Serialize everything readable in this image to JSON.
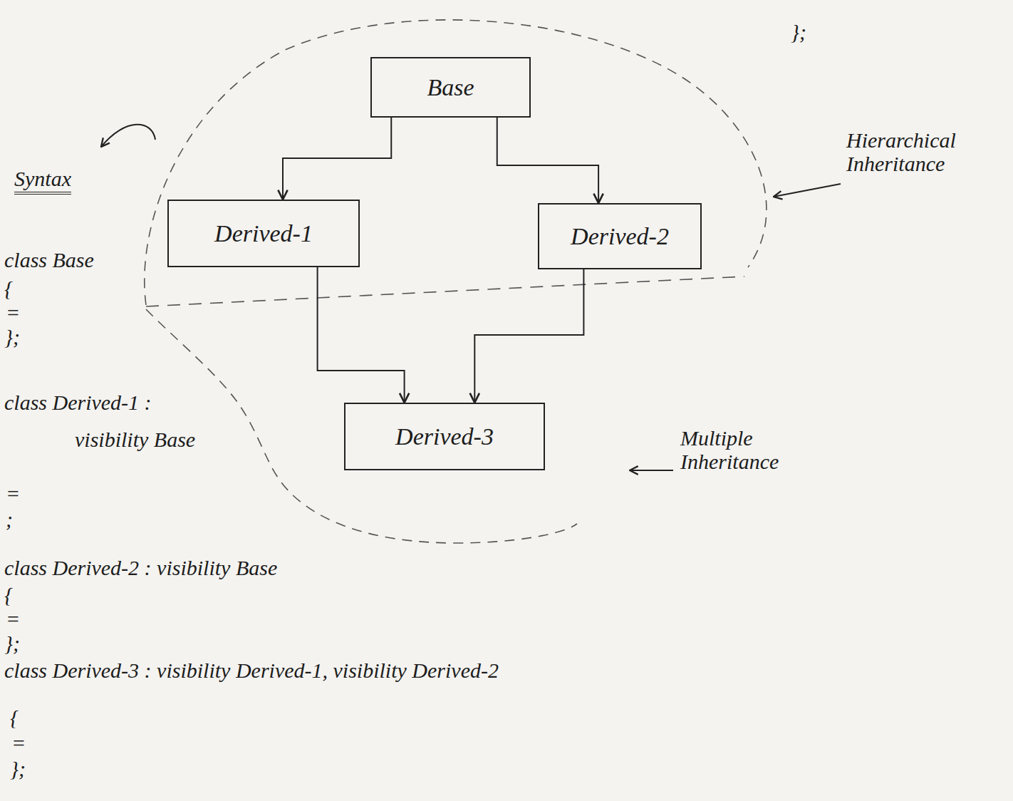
{
  "diagram": {
    "nodes": [
      {
        "text": [
          "Base"
        ]
      },
      {
        "text": [
          "Derived-1"
        ]
      },
      {
        "text": [
          "Derived-2"
        ]
      },
      {
        "text": [
          "Derived-3"
        ]
      }
    ],
    "edges": [
      {
        "from": 0,
        "to": 1,
        "arrow": "to"
      },
      {
        "from": 0,
        "to": 2,
        "arrow": "to"
      },
      {
        "from": 1,
        "to": 3,
        "arrow": "to"
      },
      {
        "from": 2,
        "to": 3,
        "arrow": "to"
      }
    ],
    "labels": [
      "};",
      "Hierarchical Inheritance",
      "Multiple Inheritance",
      "Syntax",
      "class Base",
      "{",
      "=",
      "};",
      "class Derived-1 :",
      "visibility Base",
      "=",
      ";",
      "class Derived-2 : visibility Base",
      "{",
      "=",
      "};",
      "class Derived-3 : visibility Derived-1, visibility Derived-2",
      "{",
      "=",
      "};"
    ]
  }
}
